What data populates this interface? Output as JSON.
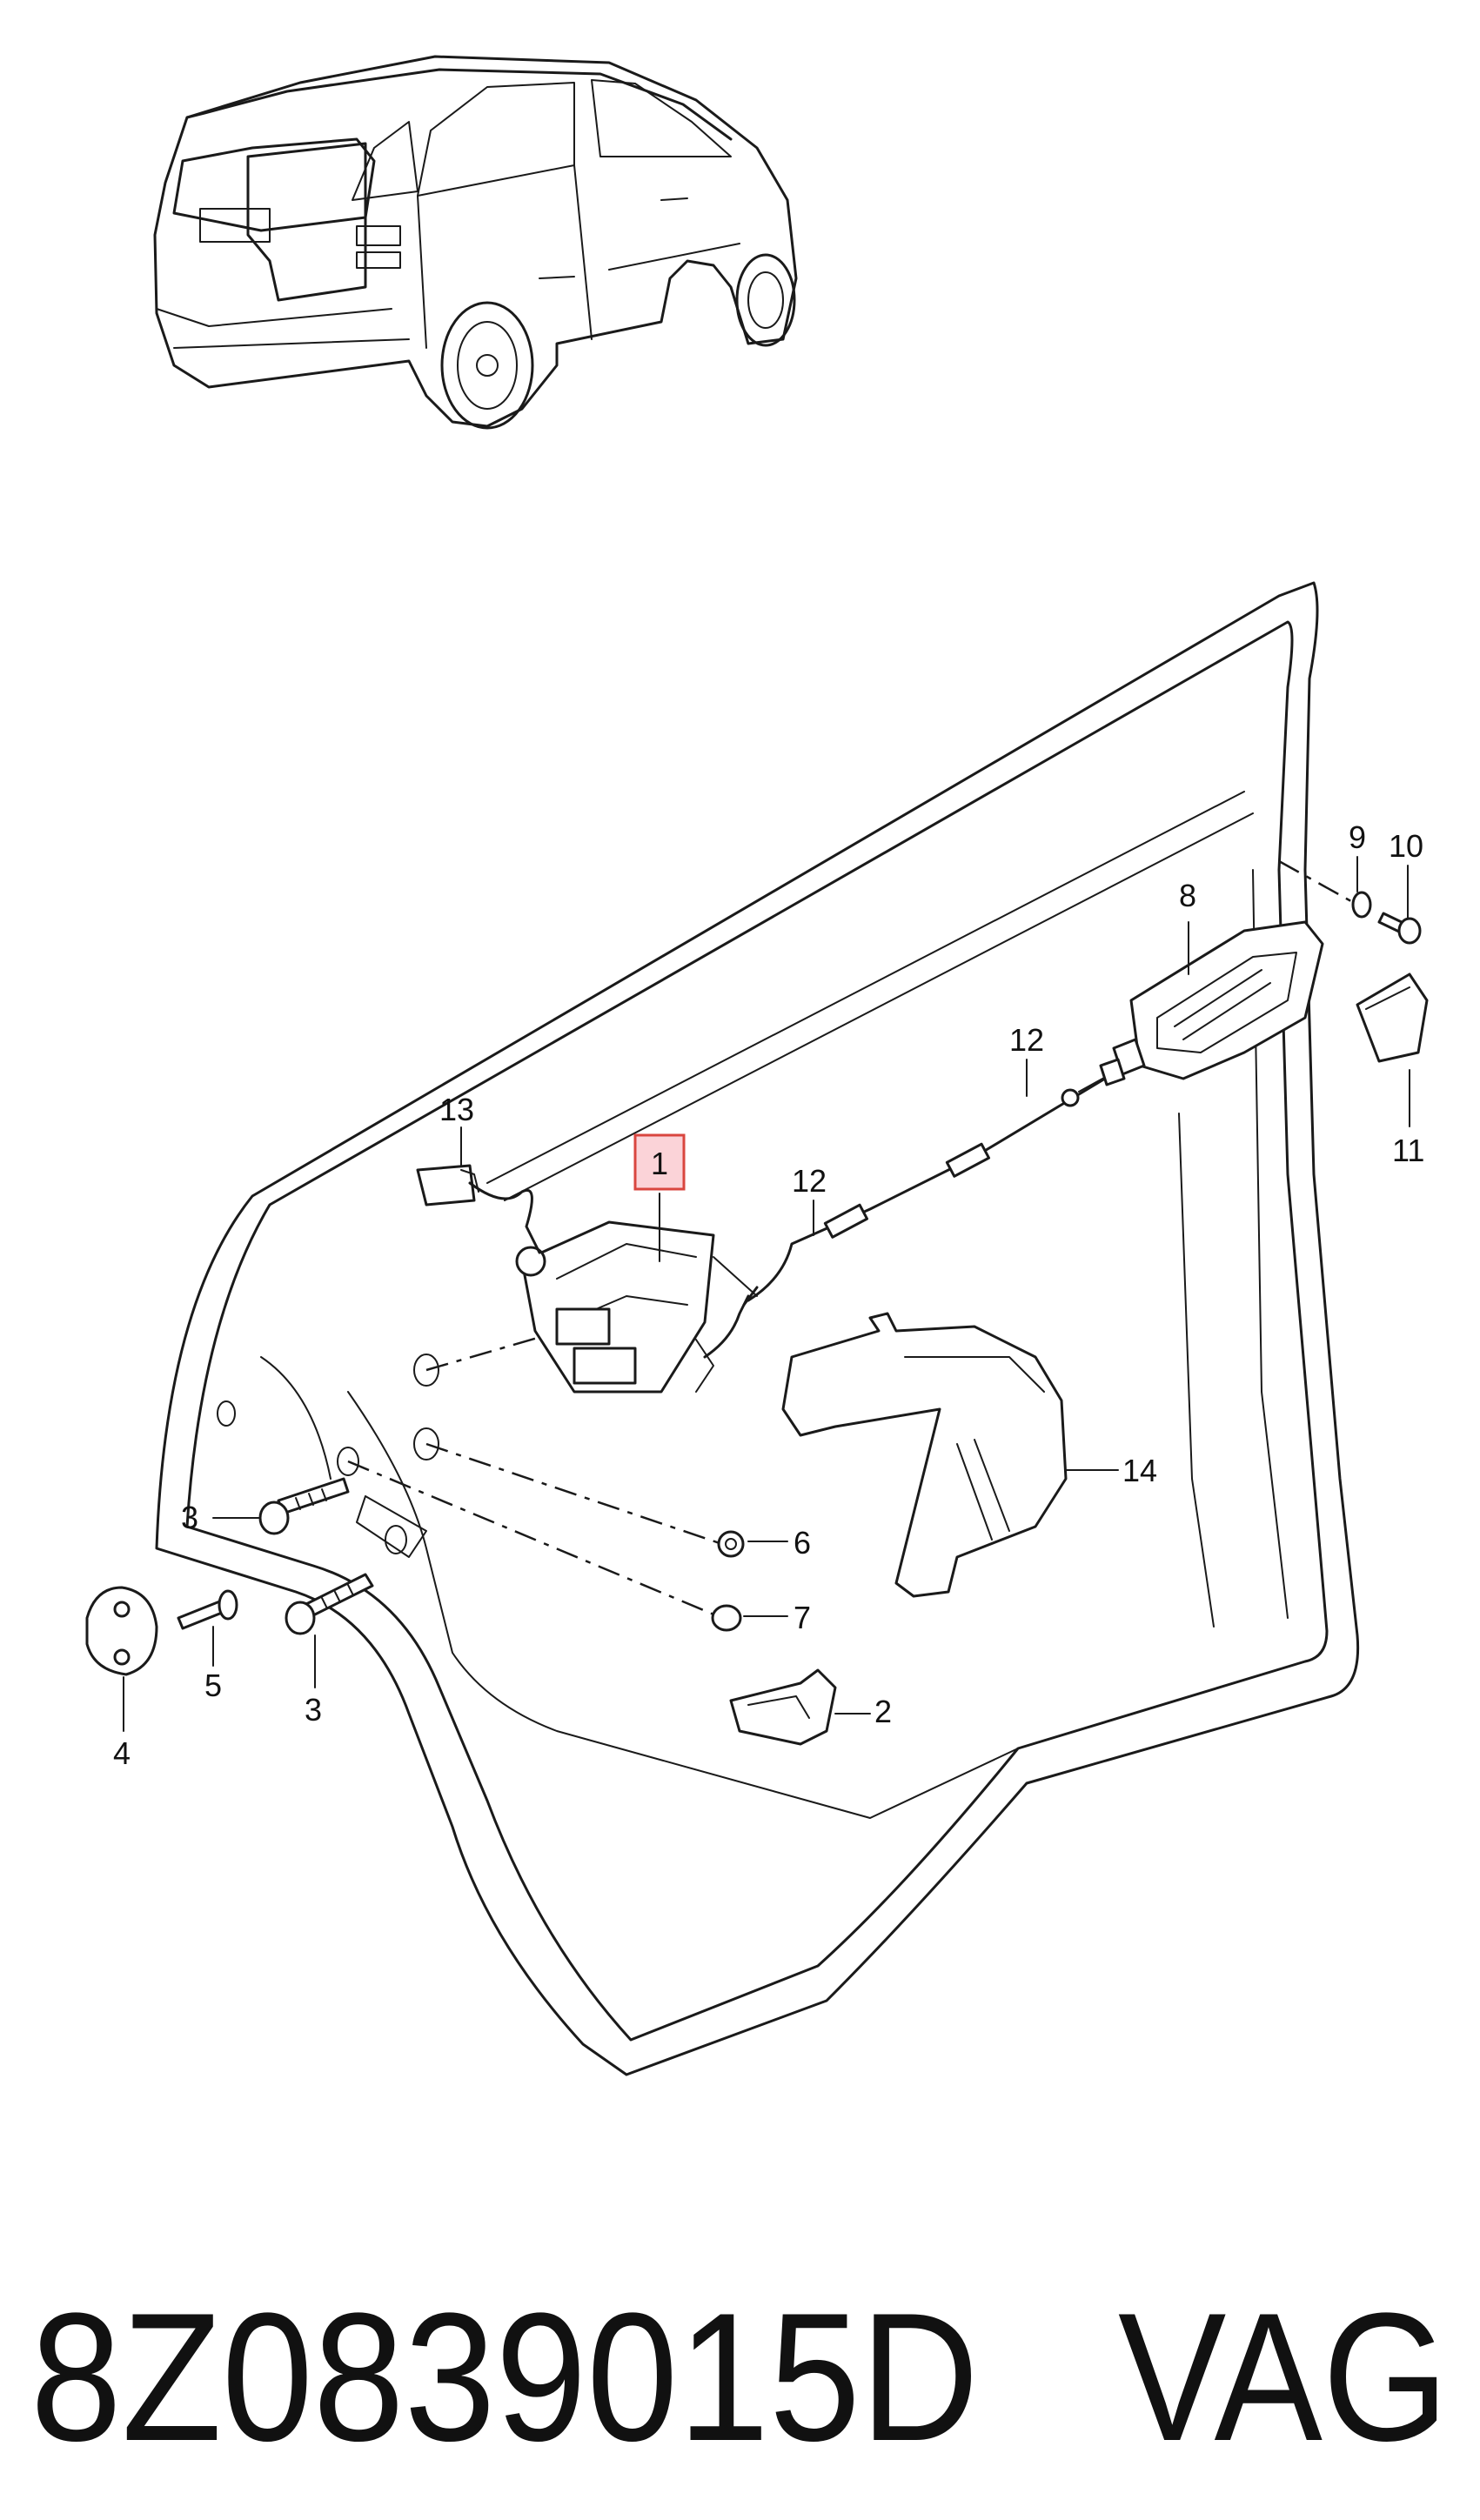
{
  "diagram": {
    "callouts": [
      {
        "id": "label-1",
        "text": "1",
        "highlighted": true
      },
      {
        "id": "label-2",
        "text": "2"
      },
      {
        "id": "label-3a",
        "text": "3"
      },
      {
        "id": "label-3b",
        "text": "3"
      },
      {
        "id": "label-4",
        "text": "4"
      },
      {
        "id": "label-5",
        "text": "5"
      },
      {
        "id": "label-6",
        "text": "6"
      },
      {
        "id": "label-7",
        "text": "7"
      },
      {
        "id": "label-8",
        "text": "8"
      },
      {
        "id": "label-9",
        "text": "9"
      },
      {
        "id": "label-10",
        "text": "10"
      },
      {
        "id": "label-11",
        "text": "11"
      },
      {
        "id": "label-12a",
        "text": "12"
      },
      {
        "id": "label-12b",
        "text": "12"
      },
      {
        "id": "label-13",
        "text": "13"
      },
      {
        "id": "label-14",
        "text": "14"
      }
    ],
    "highlight_color": "#d9463f",
    "highlight_fill": "#fbd3d8"
  },
  "caption": {
    "part_number": "8Z0839015D",
    "brand": "VAG"
  }
}
